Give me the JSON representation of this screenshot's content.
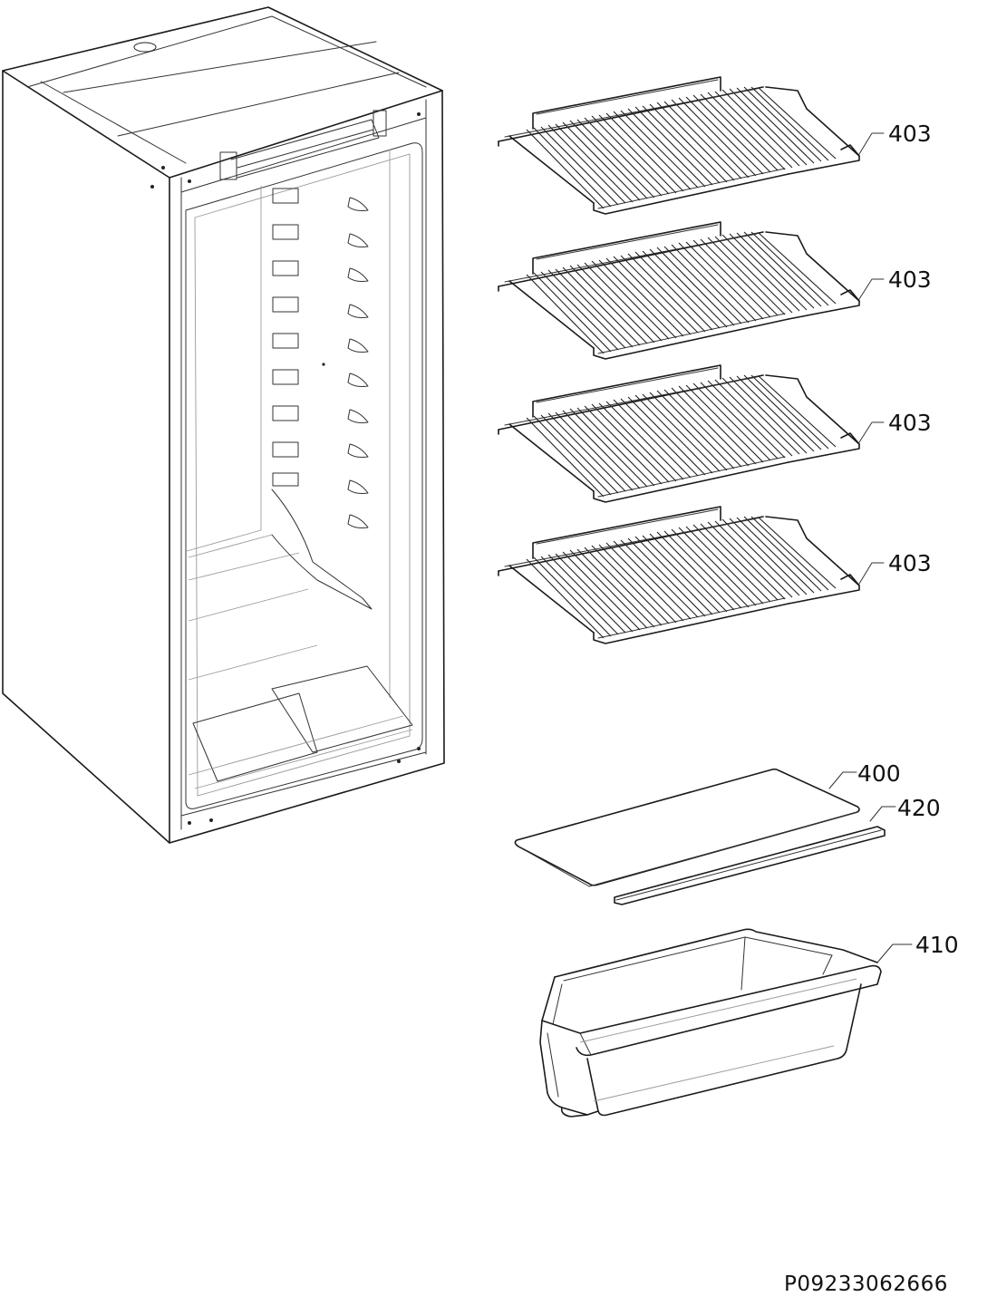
{
  "parts": {
    "shelf_1": "403",
    "shelf_2": "403",
    "shelf_3": "403",
    "shelf_4": "403",
    "glass_shelf": "400",
    "shelf_trim": "420",
    "crisper_drawer": "410"
  },
  "drawing_code": "P09233062666"
}
